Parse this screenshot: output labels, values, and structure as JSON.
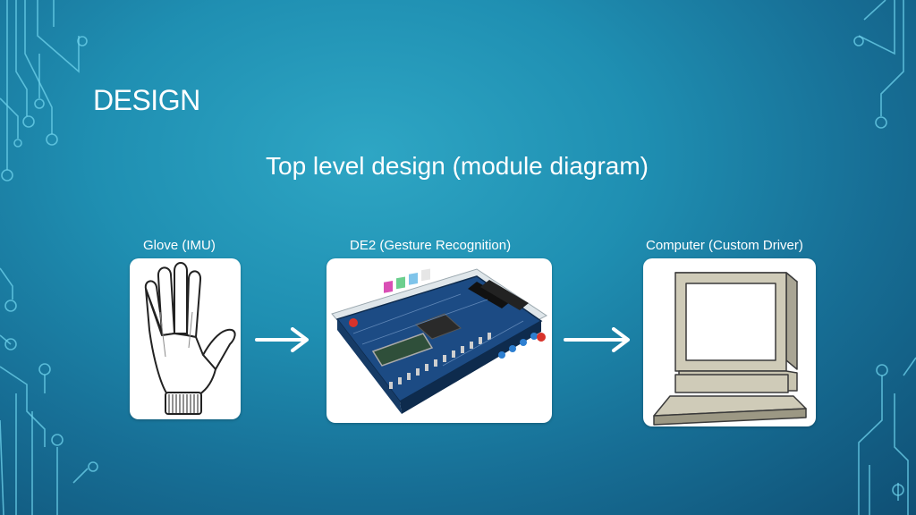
{
  "slide": {
    "title": "DESIGN",
    "subtitle": "Top level design (module diagram)"
  },
  "modules": [
    {
      "label": "Glove (IMU)",
      "icon": "glove-icon"
    },
    {
      "label": "DE2 (Gesture Recognition)",
      "icon": "fpga-board-icon"
    },
    {
      "label": "Computer (Custom Driver)",
      "icon": "computer-icon"
    }
  ],
  "colors": {
    "background_light": "#2ea6c4",
    "background_dark": "#0f4f74",
    "circuit_line": "#6fd3ec",
    "text": "#ffffff"
  }
}
